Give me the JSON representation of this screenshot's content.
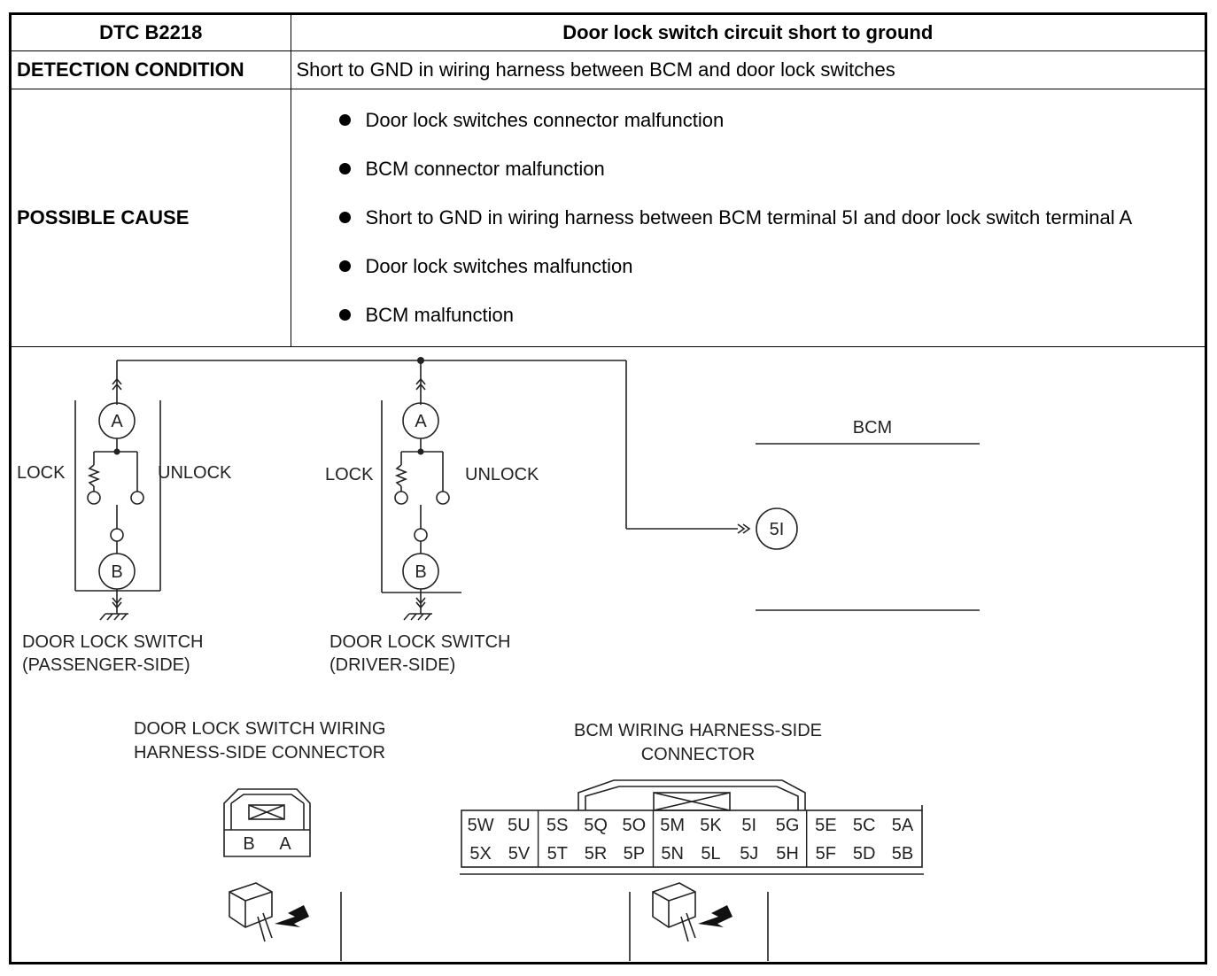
{
  "header": {
    "code": "DTC B2218",
    "title": "Door lock switch circuit short to ground"
  },
  "detection": {
    "label": "DETECTION CONDITION",
    "text": "Short to GND in wiring harness between BCM and door lock switches"
  },
  "possible_cause": {
    "label": "POSSIBLE CAUSE",
    "items": [
      "Door lock switches connector malfunction",
      "BCM connector malfunction",
      "Short to GND in wiring harness between BCM terminal 5I and door lock switch terminal A",
      "Door lock switches malfunction",
      "BCM malfunction"
    ]
  },
  "diagram": {
    "passenger_switch": {
      "terminal_top": "A",
      "terminal_bottom": "B",
      "lock": "LOCK",
      "unlock": "UNLOCK",
      "caption_line1": "DOOR LOCK SWITCH",
      "caption_line2": "(PASSENGER-SIDE)"
    },
    "driver_switch": {
      "terminal_top": "A",
      "terminal_bottom": "B",
      "lock": "LOCK",
      "unlock": "UNLOCK",
      "caption_line1": "DOOR LOCK SWITCH",
      "caption_line2": "(DRIVER-SIDE)"
    },
    "bcm": {
      "label": "BCM",
      "terminal": "5I"
    },
    "switch_connector": {
      "title_line1": "DOOR LOCK SWITCH WIRING",
      "title_line2": "HARNESS-SIDE CONNECTOR",
      "pins": [
        "B",
        "A"
      ]
    },
    "bcm_connector": {
      "title_line1": "BCM WIRING HARNESS-SIDE",
      "title_line2": "CONNECTOR",
      "row1": [
        "5W",
        "5U",
        "5S",
        "5Q",
        "5O",
        "5M",
        "5K",
        "5I",
        "5G",
        "5E",
        "5C",
        "5A"
      ],
      "row2": [
        "5X",
        "5V",
        "5T",
        "5R",
        "5P",
        "5N",
        "5L",
        "5J",
        "5H",
        "5F",
        "5D",
        "5B"
      ]
    }
  }
}
